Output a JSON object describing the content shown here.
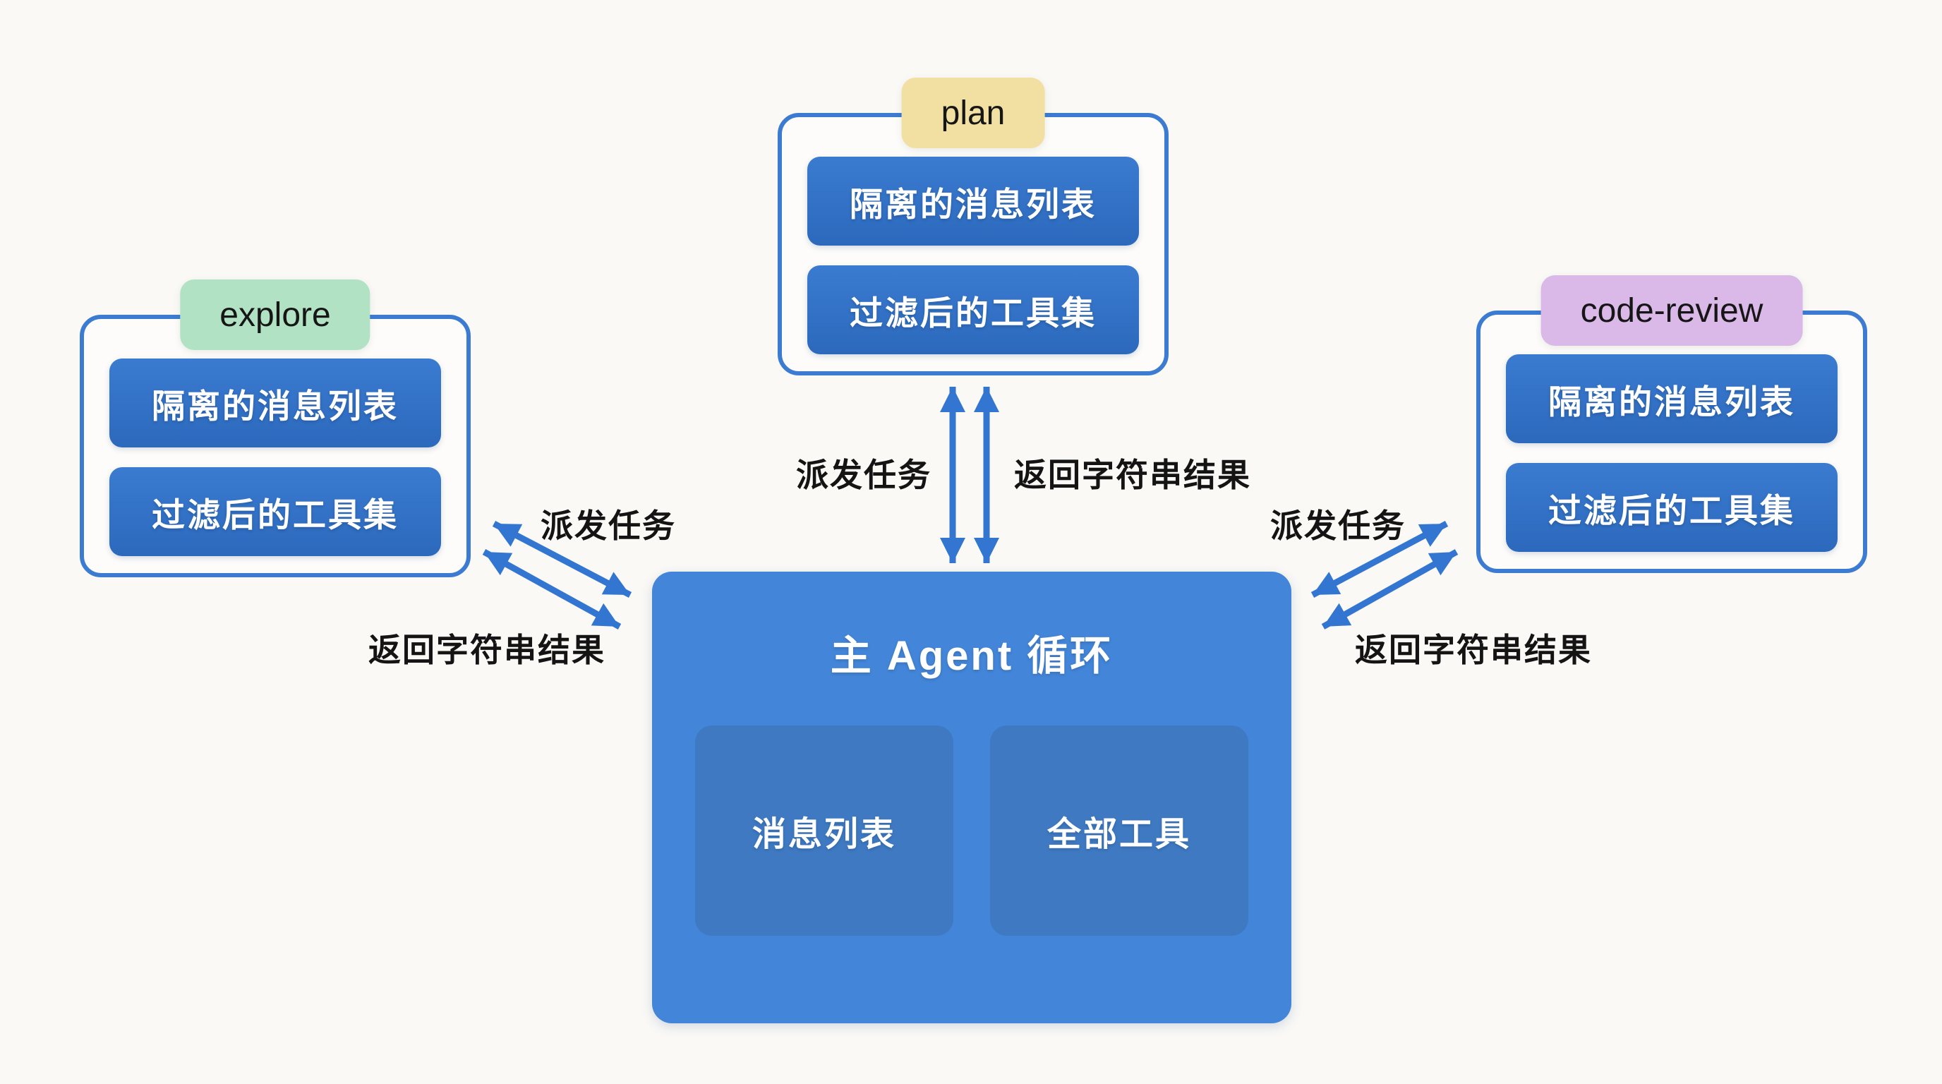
{
  "diagram": {
    "background_color": "#faf9f6",
    "arrow_color": "#3376d1",
    "satellite_border_color": "#3c7bd2",
    "item_box_color": "#2f6fc5",
    "center_box_color": "#4385d8",
    "center_sub_box_color": "#3e79c2"
  },
  "center": {
    "title": "主 Agent 循环",
    "boxes": [
      {
        "label": "消息列表"
      },
      {
        "label": "全部工具"
      }
    ]
  },
  "subagents": [
    {
      "id": "explore",
      "tab": "explore",
      "tab_color": "#b2e2c4",
      "items": [
        "隔离的消息列表",
        "过滤后的工具集"
      ]
    },
    {
      "id": "plan",
      "tab": "plan",
      "tab_color": "#f2e0a2",
      "items": [
        "隔离的消息列表",
        "过滤后的工具集"
      ]
    },
    {
      "id": "code-review",
      "tab": "code-review",
      "tab_color": "#dab9e9",
      "items": [
        "隔离的消息列表",
        "过滤后的工具集"
      ]
    }
  ],
  "edges": {
    "explore": {
      "dispatch": "派发任务",
      "return": "返回字符串结果"
    },
    "plan": {
      "dispatch": "派发任务",
      "return": "返回字符串结果"
    },
    "code_review": {
      "dispatch": "派发任务",
      "return": "返回字符串结果"
    }
  }
}
